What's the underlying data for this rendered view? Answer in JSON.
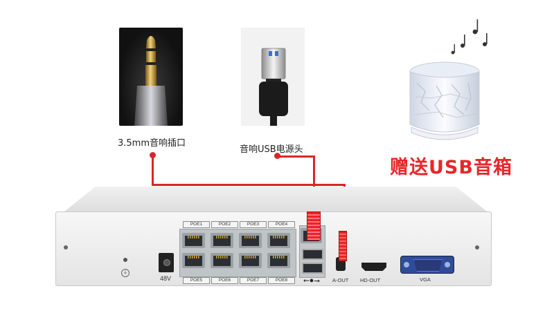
{
  "products": {
    "audio_jack": {
      "caption": "3.5mm音响插口"
    },
    "usb_head": {
      "caption": "音响USB电源头"
    },
    "speaker": {
      "promo": "赠送USB音箱"
    }
  },
  "device": {
    "poe_top": [
      "POE1",
      "POE2",
      "POE3",
      "POE4"
    ],
    "poe_bottom": [
      "POE5",
      "POE6",
      "POE7",
      "POE8"
    ],
    "power_label": "48V",
    "aout_label": "A-OUT",
    "hdout_label": "HD-OUT",
    "vga_label": "VGA"
  },
  "colors": {
    "accent": "#e8262a",
    "wire": "#d8262a"
  }
}
